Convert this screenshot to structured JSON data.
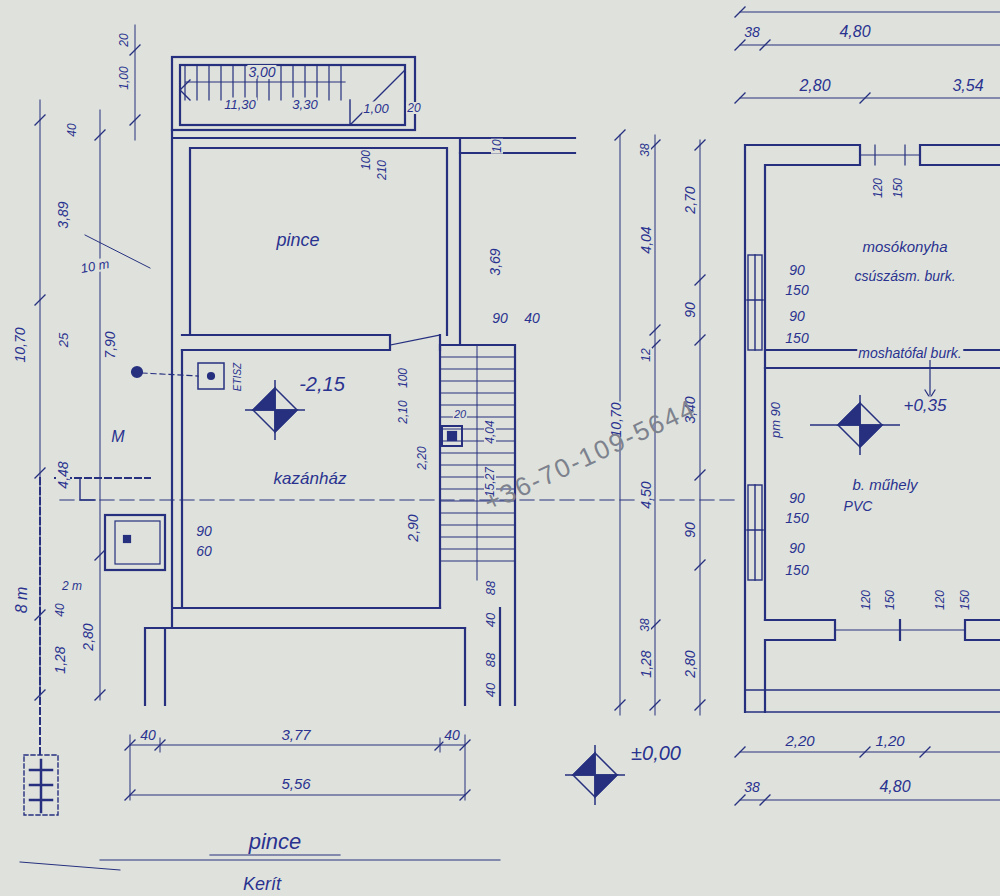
{
  "diagram": {
    "labels": [
      "3,00",
      "11,30",
      "3,30",
      "1,00",
      "20",
      "100",
      "210",
      "pince",
      "10",
      "3,69",
      "90",
      "40",
      "ETISZ",
      "-2,15",
      "100",
      "2,10",
      "2,20",
      "20",
      "4,04",
      "15,27",
      "kazánház",
      "2,90",
      "90",
      "60",
      "88",
      "40",
      "88",
      "40",
      "40",
      "3,77",
      "40",
      "5,56",
      "pince",
      "Kerít",
      "20",
      "1,00",
      "40",
      "3,89",
      "10 m",
      "25",
      "7,90",
      "10,70",
      "4,48",
      "M",
      "2 m",
      "40",
      "2,80",
      "1,28",
      "8 m",
      "38",
      "4,04",
      "12",
      "10,70",
      "4,50",
      "38",
      "1,28",
      "2,70",
      "90",
      "3,40",
      "90",
      "2,80",
      "±0,00",
      "+36-70-109-5644",
      "38",
      "4,80",
      "2,80",
      "3,54",
      "120",
      "150",
      "mosókonyha",
      "csúszásm. burk.",
      "90",
      "150",
      "90",
      "150",
      "moshatófal burk.",
      "+0,35",
      "pm 90",
      "b. műhely",
      "PVC",
      "90",
      "150",
      "90",
      "150",
      "120",
      "150",
      "120",
      "150",
      "2,20",
      "1,20",
      "38",
      "4,80"
    ]
  }
}
